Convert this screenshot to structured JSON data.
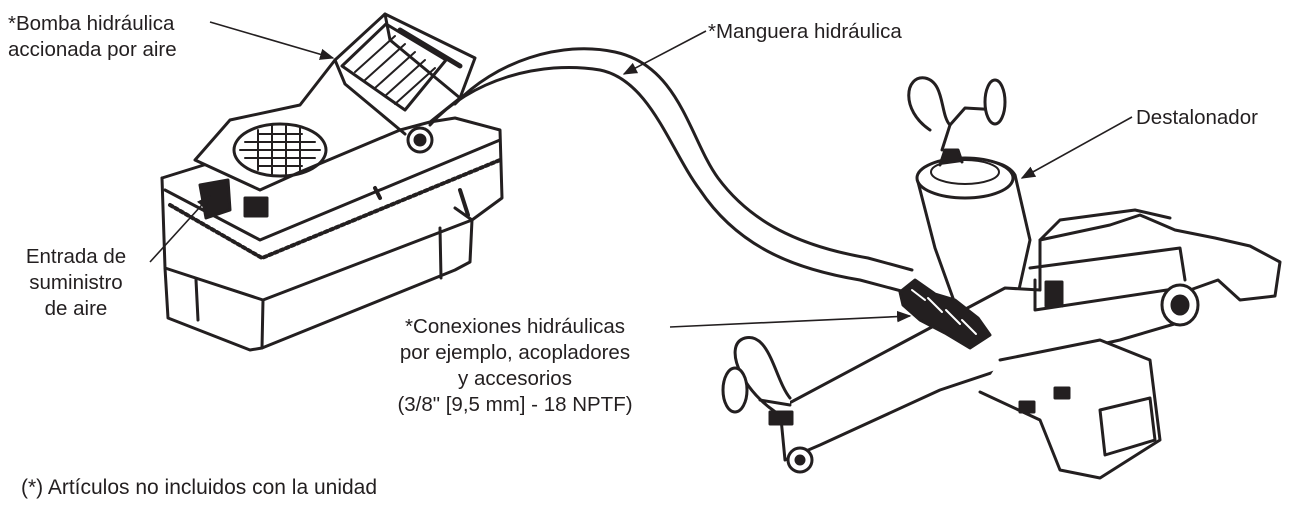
{
  "labels": {
    "pump": [
      "*Bomba hidráulica",
      "accionada por aire"
    ],
    "hose": "*Manguera hidráulica",
    "destalonador": "Destalonador",
    "air_inlet": [
      "Entrada de",
      "suministro",
      "de aire"
    ],
    "connections": [
      "*Conexiones hidráulicas",
      "por ejemplo, acopladores",
      "y accesorios",
      "(3/8\" [9,5 mm] - 18 NPTF)"
    ]
  },
  "note": "(*) Artículos no incluidos con la unidad",
  "colors": {
    "ink": "#231f20",
    "background": "#ffffff"
  }
}
